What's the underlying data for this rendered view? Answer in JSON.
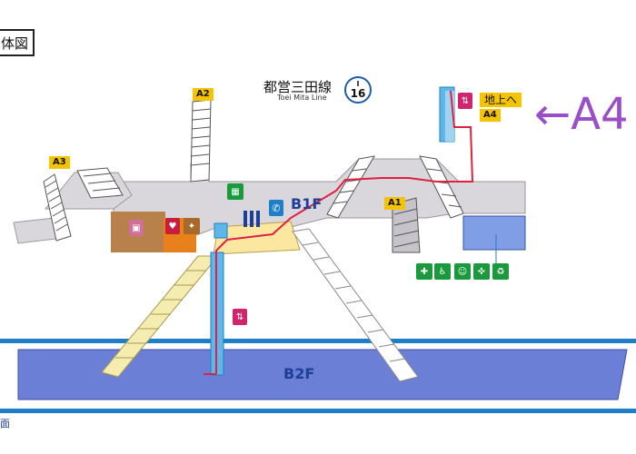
{
  "title": "体図",
  "line": {
    "name": "都営三田線",
    "romaji": "Toei Mita Line",
    "letter": "I",
    "number": "16",
    "color": "#1d5bb0"
  },
  "exits": {
    "a1": "A1",
    "a2": "A2",
    "a3": "A3",
    "a4": "A4"
  },
  "floors": {
    "b1": "B1F",
    "b2": "B2F"
  },
  "ground_label": "地上へ",
  "pointer_label": "←A4",
  "legend_text": "面",
  "colors": {
    "platform": "#6b7fd6",
    "track": "#1e7fc8",
    "concourse": "#d9d6dc",
    "route": "#e02040",
    "accent_purple": "#9a4fc7",
    "exit_yellow": "#f5c400"
  },
  "icons": {
    "elevator": "elevator-icon",
    "phone": "phone-icon",
    "restrooms": [
      "restroom-icon",
      "wheelchair-icon",
      "baby-change-icon",
      "ostomate-icon",
      "multipurpose-icon"
    ]
  }
}
